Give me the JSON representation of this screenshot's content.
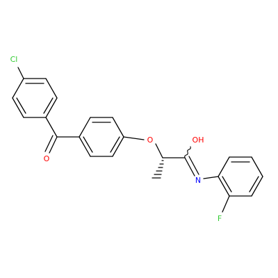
{
  "molecule": {
    "atoms": {
      "cl": "Cl",
      "o_ketone": "O",
      "o_ether": "O",
      "oh": "OH",
      "n": "N",
      "f": "F"
    },
    "colors": {
      "bond": "#000000",
      "chlorine": "#33cc33",
      "oxygen": "#ff0000",
      "nitrogen": "#0000ff",
      "fluorine": "#33cc33"
    }
  }
}
